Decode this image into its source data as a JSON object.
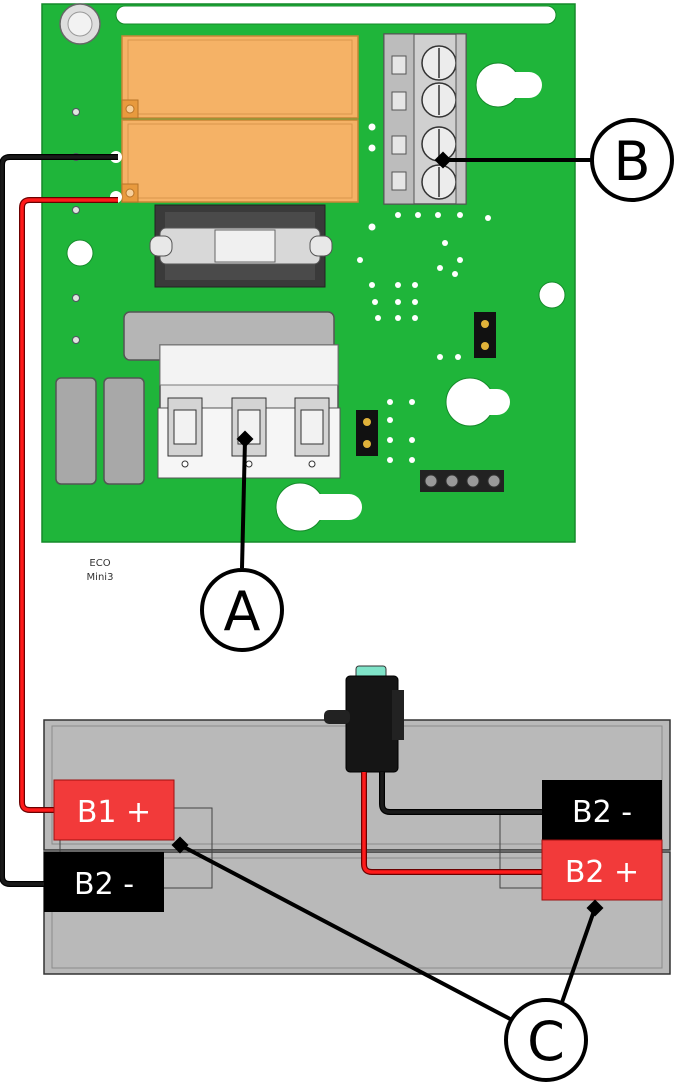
{
  "board": {
    "model_line1": "ECO",
    "model_line2": "Mini3"
  },
  "callouts": {
    "a": "A",
    "b": "B",
    "c": "C"
  },
  "terminals": {
    "b1_plus": "B1 +",
    "b2_minus_left": "B2 -",
    "b2_minus_right": "B2 -",
    "b2_plus_right": "B2 +"
  },
  "colors": {
    "pcb": "#1fb53a",
    "relay": "#f5b266",
    "battery": "#b9b9b9",
    "wire_red": "#ff1a1a",
    "wire_black": "#111111",
    "tag_red": "#f23a3a",
    "tag_black": "#000000",
    "fuse_cap": "#7fe3c8"
  },
  "icons": {
    "fuse": "fuse-icon",
    "battery": "battery-icon",
    "jumper": "jumper-icon",
    "screw": "screw-terminal-icon"
  }
}
